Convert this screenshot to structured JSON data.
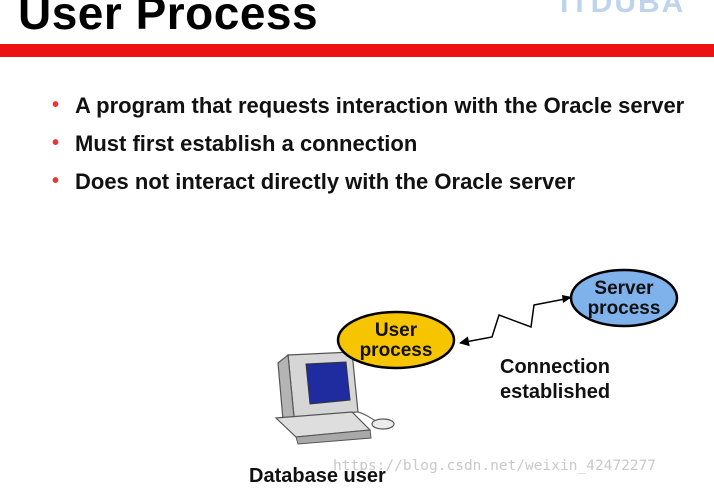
{
  "slide": {
    "title": "User Process",
    "logo_text": "ITDUBA",
    "accent_color": "#ee1111",
    "bullets": [
      "A program that requests interaction with the Oracle server",
      "Must first establish a connection",
      "Does not interact directly with the Oracle server"
    ]
  },
  "diagram": {
    "user_process": {
      "line1": "User",
      "line2": "process",
      "fill": "#f7c400"
    },
    "server_process": {
      "line1": "Server",
      "line2": "process",
      "fill": "#7fb1ea"
    },
    "connection_label": {
      "line1": "Connection",
      "line2": "established"
    },
    "client_caption": "Database user"
  },
  "watermark": "https://blog.csdn.net/weixin_42472277"
}
